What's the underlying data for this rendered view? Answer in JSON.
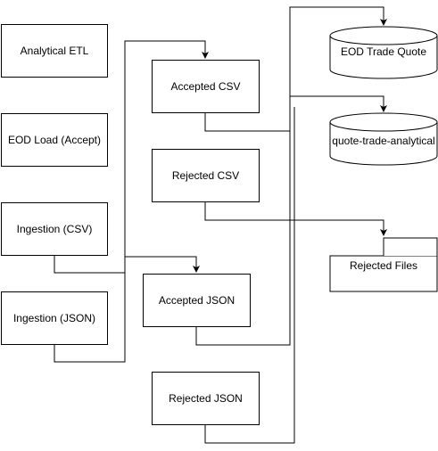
{
  "processes": {
    "analytical_etl": "Analytical ETL",
    "eod_load": "EOD Load (Accept)",
    "ingestion_csv": "Ingestion (CSV)",
    "ingestion_json": "Ingestion (JSON)"
  },
  "outputs": {
    "accepted_csv": "Accepted CSV",
    "rejected_csv": "Rejected CSV",
    "accepted_json": "Accepted JSON",
    "rejected_json": "Rejected JSON"
  },
  "stores": {
    "eod_trade_quote": "EOD Trade Quote",
    "quote_trade_analytical": "quote-trade-analytical"
  },
  "folders": {
    "rejected_files": "Rejected Files"
  }
}
